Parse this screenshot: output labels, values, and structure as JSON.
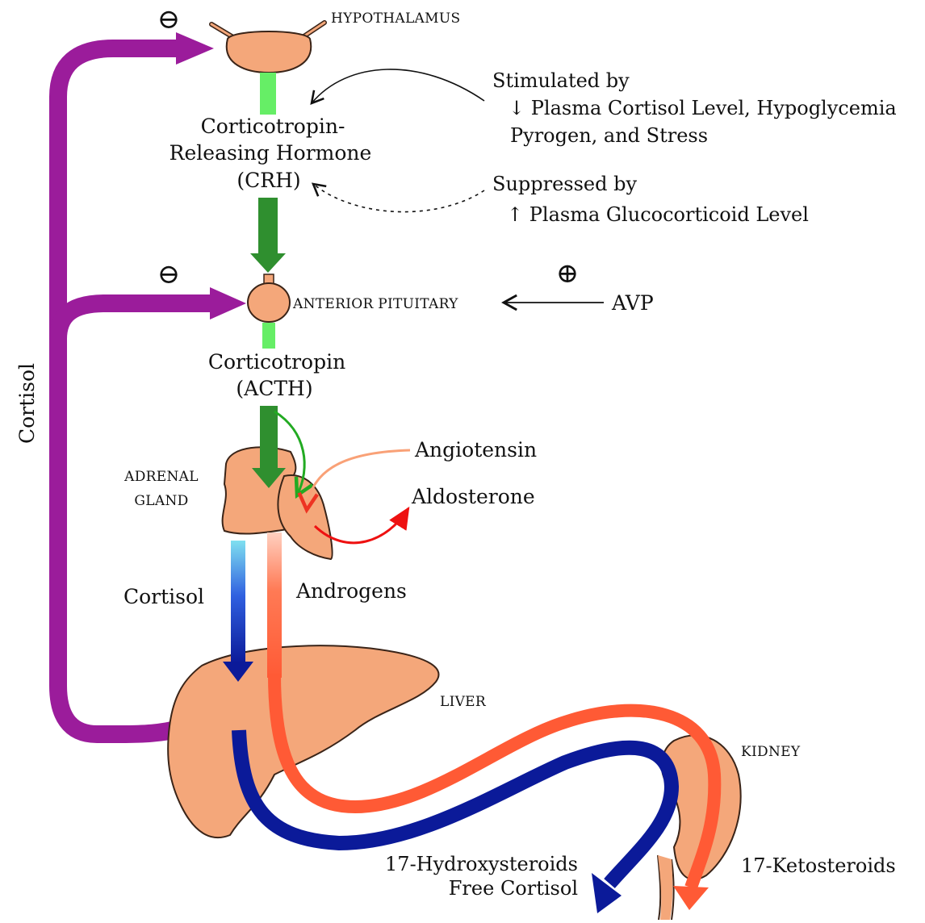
{
  "organs": {
    "hypothalamus": "HYPOTHALAMUS",
    "anterior_pituitary": "ANTERIOR PITUITARY",
    "adrenal_gland_line1": "ADRENAL",
    "adrenal_gland_line2": "GLAND",
    "liver": "LIVER",
    "kidney": "KIDNEY"
  },
  "hormones": {
    "crh_line1": "Corticotropin-",
    "crh_line2": "Releasing Hormone",
    "crh_line3": "(CRH)",
    "acth_line1": "Corticotropin",
    "acth_line2": "(ACTH)",
    "angiotensin": "Angiotensin",
    "aldosterone": "Aldosterone",
    "cortisol_adrenal": "Cortisol",
    "androgens": "Androgens",
    "avp": "AVP",
    "cortisol_feedback": "Cortisol"
  },
  "regulation": {
    "stimulated_title": "Stimulated by",
    "stimulated_line1": "↓ Plasma Cortisol Level, Hypoglycemia",
    "stimulated_line2": "Pyrogen, and Stress",
    "suppressed_title": "Suppressed by",
    "suppressed_line1": "↑ Plasma Glucocorticoid Level"
  },
  "signs": {
    "minus": "⊖",
    "plus": "⊕"
  },
  "outputs": {
    "hydroxy_line1": "17-Hydroxysteroids",
    "hydroxy_line2": "Free Cortisol",
    "keto": "17-Ketosteroids"
  },
  "colors": {
    "organ": "#f4a77a",
    "organ_stroke": "#3a2418",
    "feedback": "#9b1c9b",
    "crh": "#66ee66",
    "acth": "#2f8f2f",
    "cortisol": "#0b1a99",
    "androgen": "#ff5a35",
    "aldosterone": "#ee1111"
  }
}
